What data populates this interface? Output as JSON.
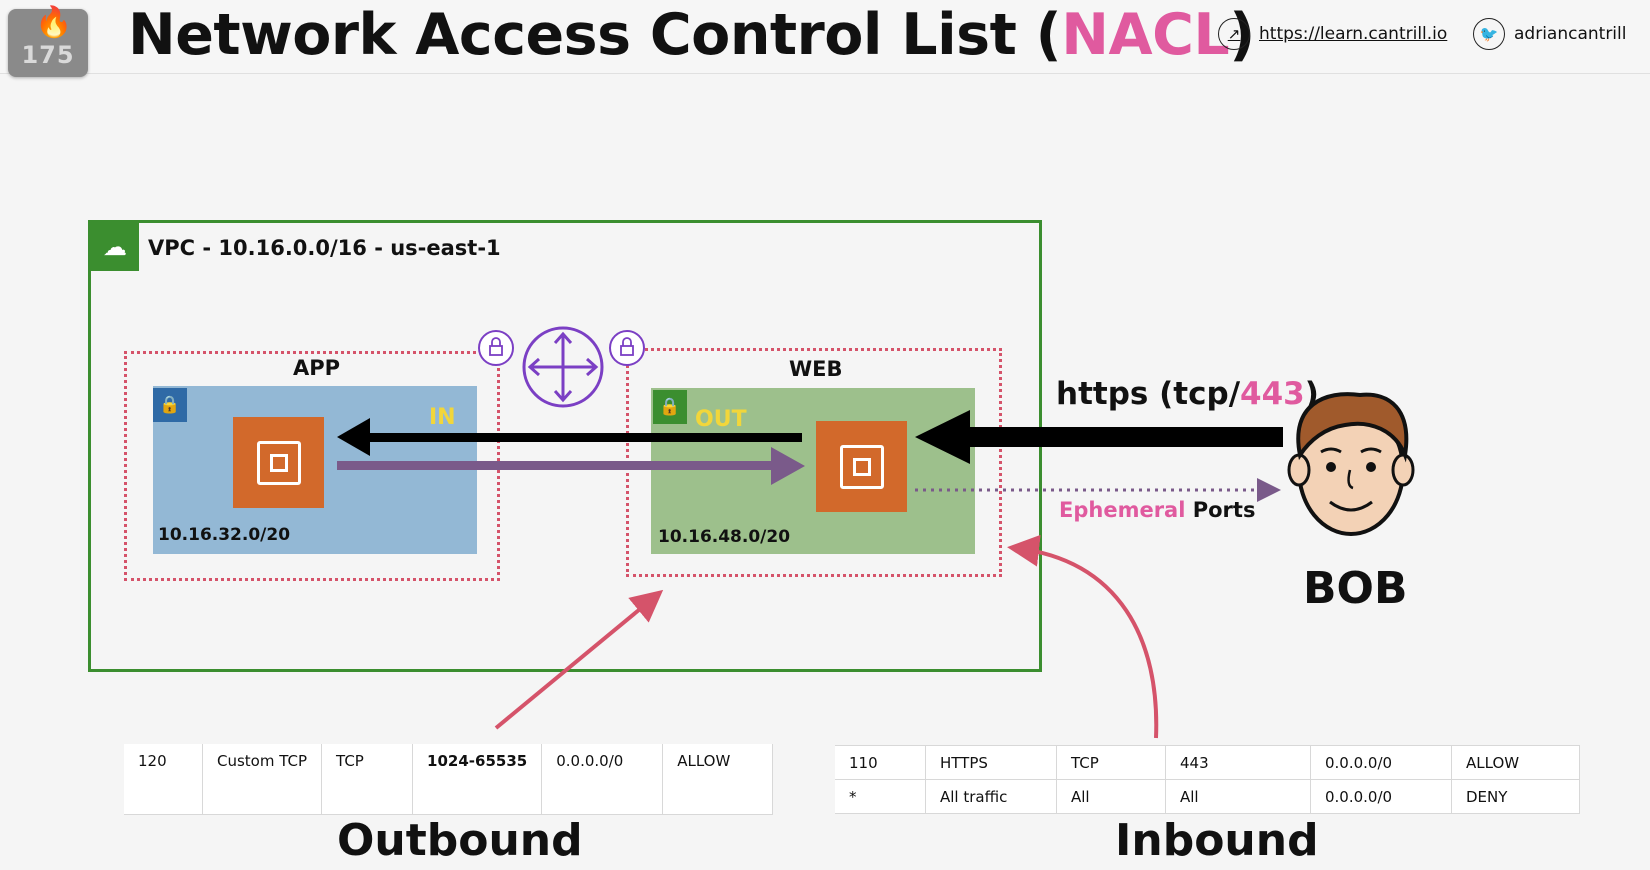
{
  "slide": {
    "badge_number": "175",
    "title_prefix": "Network Access Control List (",
    "title_highlight": "NACL",
    "title_suffix": ")"
  },
  "links": {
    "website": "https://learn.cantrill.io",
    "twitter": "adriancantrill"
  },
  "diagram": {
    "vpc_label": "VPC - 10.16.0.0/16 - us-east-1",
    "app_subnet": {
      "label": "APP",
      "cidr": "10.16.32.0/20"
    },
    "web_subnet": {
      "label": "WEB",
      "cidr": "10.16.48.0/20"
    },
    "in_label": "IN",
    "out_label": "OUT",
    "https_prefix": "https (tcp/",
    "https_port": "443",
    "https_suffix": ")",
    "ephemeral_highlight": "Ephemeral",
    "ephemeral_rest": " Ports",
    "user_name": "BOB"
  },
  "outbound": {
    "title": "Outbound",
    "rows": [
      [
        "120",
        "Custom TCP",
        "TCP",
        "1024-65535",
        "0.0.0.0/0",
        "ALLOW"
      ]
    ]
  },
  "inbound": {
    "title": "Inbound",
    "rows": [
      [
        "110",
        "HTTPS",
        "TCP",
        "443",
        "0.0.0.0/0",
        "ALLOW"
      ],
      [
        "*",
        "All traffic",
        "All",
        "All",
        "0.0.0.0/0",
        "DENY"
      ]
    ]
  },
  "colors": {
    "accent_pink": "#e05a9f",
    "vpc_green": "#3b8e2f",
    "nacl_red": "#d5536a",
    "router_purple": "#7b3fc4",
    "ec2_orange": "#d2692b",
    "flow_purple": "#7a5a8a",
    "flow_label_yellow": "#f2d63a"
  }
}
